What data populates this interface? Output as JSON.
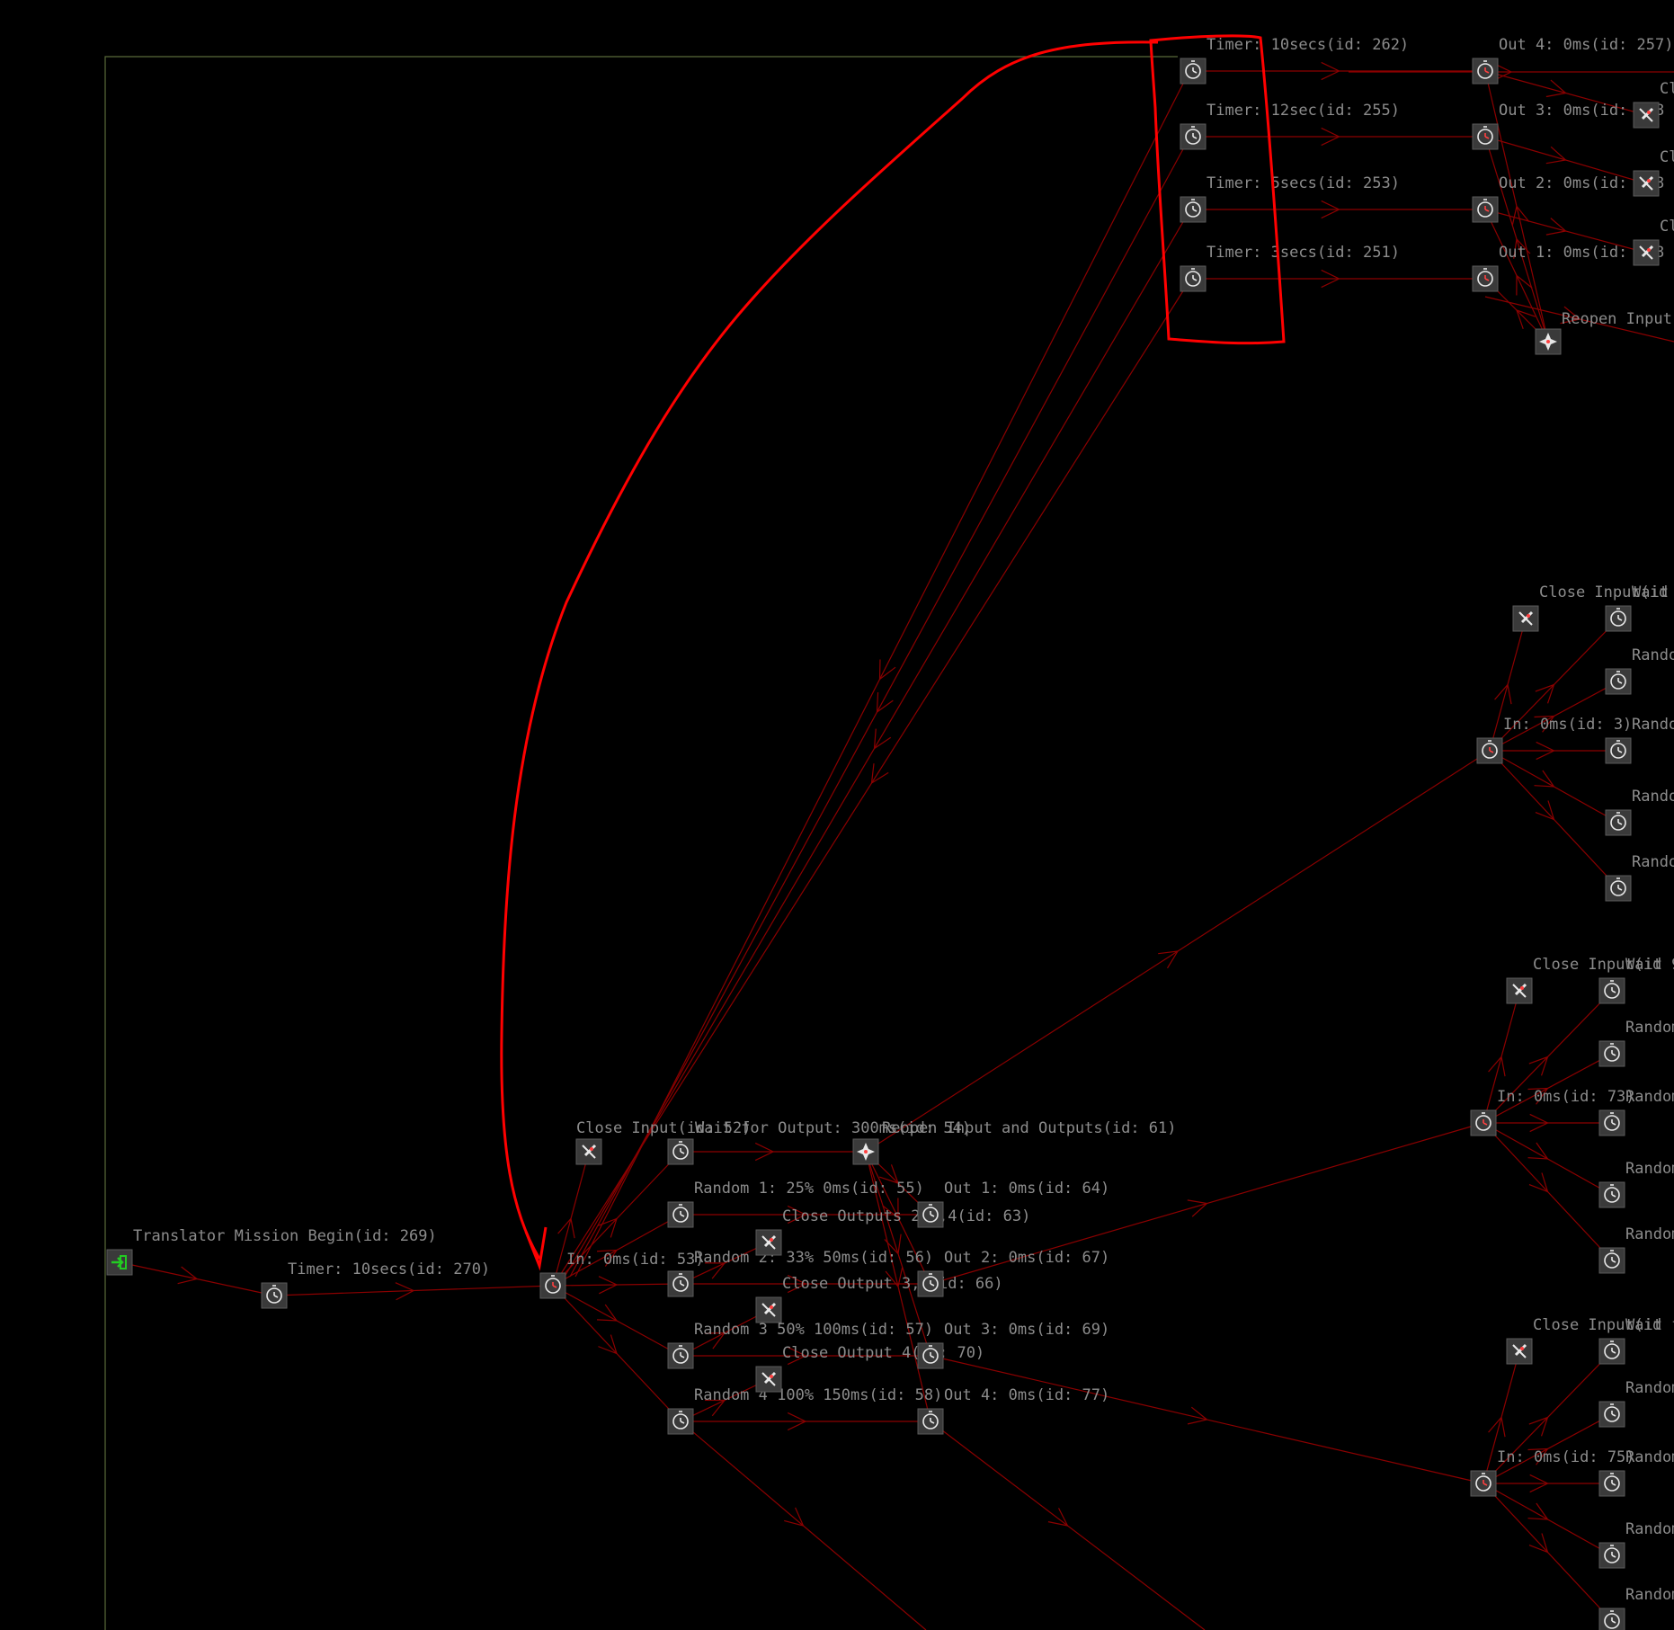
{
  "colors": {
    "background": "#000000",
    "wire": "#8b0000",
    "node": "#3a3a3a",
    "label": "#8c8c8c",
    "annotation": "#ff0000",
    "start_icon": "#22cc22",
    "border": "#5a6a3a"
  },
  "annotation": {
    "type": "hand-drawn red box around four timer nodes with curved arrow pointing to node 'In: 0ms (id: 53)'"
  },
  "nodes": [
    {
      "key": "start",
      "kind": "start",
      "icon": "enter-icon",
      "label": "Translator Mission Begin(id: 269)"
    },
    {
      "key": "t270",
      "kind": "timer",
      "icon": "timer-icon",
      "label": "Timer:  10secs(id: 270)"
    },
    {
      "key": "in53",
      "kind": "timer-red",
      "icon": "timer-icon",
      "label": "In: 0ms(id: 53)"
    },
    {
      "key": "ci52",
      "kind": "close",
      "icon": "close-input-icon",
      "label": "Close Input(id: 52)"
    },
    {
      "key": "wait",
      "kind": "timer",
      "icon": "timer-icon",
      "label": "Wait for Output: 300ms(id: 54)"
    },
    {
      "key": "reopen61",
      "kind": "reopen",
      "icon": "reopen-icon",
      "label": "Reopen Input and Outputs(id: 61)"
    },
    {
      "key": "r55",
      "kind": "timer",
      "icon": "timer-icon",
      "label": "Random 1: 25% 0ms(id: 55)"
    },
    {
      "key": "r56",
      "kind": "timer",
      "icon": "timer-icon",
      "label": "Random 2: 33% 50ms(id: 56)"
    },
    {
      "key": "r57",
      "kind": "timer",
      "icon": "timer-icon",
      "label": "Random 3 50%  100ms(id: 57)"
    },
    {
      "key": "r58",
      "kind": "timer",
      "icon": "timer-icon",
      "label": "Random 4  100%  150ms(id: 58)"
    },
    {
      "key": "co63",
      "kind": "close",
      "icon": "close-output-icon",
      "label": "Close Outputs 2,3,4(id: 63)"
    },
    {
      "key": "co66",
      "kind": "close",
      "icon": "close-output-icon",
      "label": "Close Output 3,4(id: 66)"
    },
    {
      "key": "co70",
      "kind": "close",
      "icon": "close-output-icon",
      "label": "Close Output 4(id: 70)"
    },
    {
      "key": "o64",
      "kind": "timer",
      "icon": "timer-icon",
      "label": "Out 1: 0ms(id: 64)"
    },
    {
      "key": "o67",
      "kind": "timer",
      "icon": "timer-icon",
      "label": "Out 2: 0ms(id: 67)"
    },
    {
      "key": "o69",
      "kind": "timer",
      "icon": "timer-icon",
      "label": "Out 3: 0ms(id: 69)"
    },
    {
      "key": "o77",
      "kind": "timer",
      "icon": "timer-icon",
      "label": "Out 4: 0ms(id: 77)"
    },
    {
      "key": "t262",
      "kind": "timer",
      "icon": "timer-icon",
      "label": "Timer:  10secs(id: 262)"
    },
    {
      "key": "t255",
      "kind": "timer",
      "icon": "timer-icon",
      "label": "Timer:  12sec(id: 255)"
    },
    {
      "key": "t253",
      "kind": "timer",
      "icon": "timer-icon",
      "label": "Timer:  5secs(id: 253)"
    },
    {
      "key": "t251",
      "kind": "timer",
      "icon": "timer-icon",
      "label": "Timer:  3secs(id: 251)"
    },
    {
      "key": "o257",
      "kind": "timer-red",
      "icon": "timer-icon",
      "label": "Out 4: 0ms(id: 257)"
    },
    {
      "key": "o3top",
      "kind": "timer-red",
      "icon": "timer-icon",
      "label": "Out 3: 0ms(id: 248"
    },
    {
      "key": "o2top",
      "kind": "timer-red",
      "icon": "timer-icon",
      "label": "Out 2: 0ms(id: 248"
    },
    {
      "key": "o1top",
      "kind": "timer-red",
      "icon": "timer-icon",
      "label": "Out 1: 0ms(id: 248"
    },
    {
      "key": "cl1",
      "kind": "close",
      "icon": "close-output-icon",
      "label": "Cl"
    },
    {
      "key": "cl2",
      "kind": "close",
      "icon": "close-output-icon",
      "label": "Cl"
    },
    {
      "key": "cl3",
      "kind": "close",
      "icon": "close-output-icon",
      "label": "Cl"
    },
    {
      "key": "reopenTop",
      "kind": "reopen",
      "icon": "reopen-icon",
      "label": "Reopen Input"
    },
    {
      "key": "in3",
      "kind": "timer-red",
      "icon": "timer-icon",
      "label": "In: 0ms(id: 3)"
    },
    {
      "key": "ciA",
      "kind": "close",
      "icon": "close-input-icon",
      "label": "Close Input(id"
    },
    {
      "key": "waitA",
      "kind": "timer",
      "icon": "timer-icon",
      "label": "Wait"
    },
    {
      "key": "rA1",
      "kind": "timer",
      "icon": "timer-icon",
      "label": "Rando"
    },
    {
      "key": "rA2",
      "kind": "timer",
      "icon": "timer-icon",
      "label": "Rando"
    },
    {
      "key": "rA3",
      "kind": "timer",
      "icon": "timer-icon",
      "label": "Rando"
    },
    {
      "key": "rA4",
      "kind": "timer",
      "icon": "timer-icon",
      "label": "Rando"
    },
    {
      "key": "in73",
      "kind": "timer-red",
      "icon": "timer-icon",
      "label": "In: 0ms(id: 73)"
    },
    {
      "key": "ciB",
      "kind": "close",
      "icon": "close-input-icon",
      "label": "Close Input(id"
    },
    {
      "key": "waitB",
      "kind": "timer",
      "icon": "timer-icon",
      "label": "Wait 9"
    },
    {
      "key": "rB1",
      "kind": "timer",
      "icon": "timer-icon",
      "label": "Random"
    },
    {
      "key": "rB2",
      "kind": "timer",
      "icon": "timer-icon",
      "label": "Random"
    },
    {
      "key": "rB3",
      "kind": "timer",
      "icon": "timer-icon",
      "label": "Random"
    },
    {
      "key": "rB4",
      "kind": "timer",
      "icon": "timer-icon",
      "label": "Random"
    },
    {
      "key": "in75",
      "kind": "timer-red",
      "icon": "timer-icon",
      "label": "In: 0ms(id: 75)"
    },
    {
      "key": "ciC",
      "kind": "close",
      "icon": "close-input-icon",
      "label": "Close Input(id"
    },
    {
      "key": "waitC",
      "kind": "timer",
      "icon": "timer-icon",
      "label": "Wait f"
    },
    {
      "key": "rC1",
      "kind": "timer",
      "icon": "timer-icon",
      "label": "Random"
    },
    {
      "key": "rC2",
      "kind": "timer",
      "icon": "timer-icon",
      "label": "Random"
    },
    {
      "key": "rC3",
      "kind": "timer",
      "icon": "timer-icon",
      "label": "Random"
    },
    {
      "key": "rC4",
      "kind": "timer",
      "icon": "timer-icon",
      "label": "Random"
    }
  ]
}
